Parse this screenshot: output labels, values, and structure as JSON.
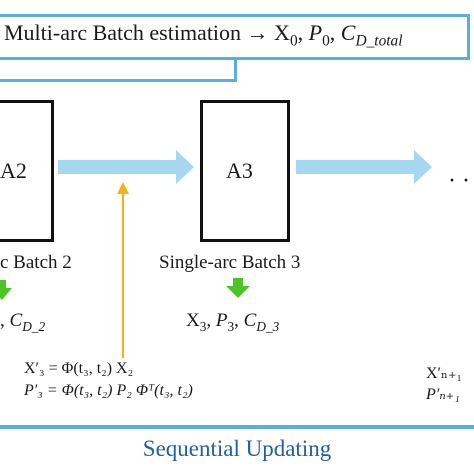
{
  "top_box": {
    "text": "Multi-arc Batch estimation → X",
    "outputs": [
      "0",
      "P",
      "0",
      "C",
      "D_total"
    ]
  },
  "boxes": [
    {
      "label": "A2"
    },
    {
      "label": "A3"
    }
  ],
  "continuation": "· ·",
  "batch_labels": [
    "c Batch 2",
    "Single-arc Batch 3"
  ],
  "batch_outputs": {
    "b2": {
      "p": ", ",
      "c": "C",
      "c_sub": "D_2"
    },
    "b3": {
      "x": "X",
      "x_sub": "3",
      "p": "P",
      "p_sub": "3",
      "c": "C",
      "c_sub": "D_3"
    }
  },
  "equations": {
    "eq1": "X′₃ = Φ(t₃, t₂) X₂",
    "eq2": "P′₃ = Φ(t₃, t₂) P₂ Φᵀ(t₃, t₂)",
    "eq3": "X′ₙ₊₁",
    "eq4": "P′ₙ₊₁"
  },
  "bottom_title": "Sequential Updating",
  "colors": {
    "blue_frame": "#5aaee0",
    "light_blue_arrow": "#a5d8f0",
    "green_arrow": "#4cc424",
    "yellow_arrow": "#f2b21a"
  }
}
